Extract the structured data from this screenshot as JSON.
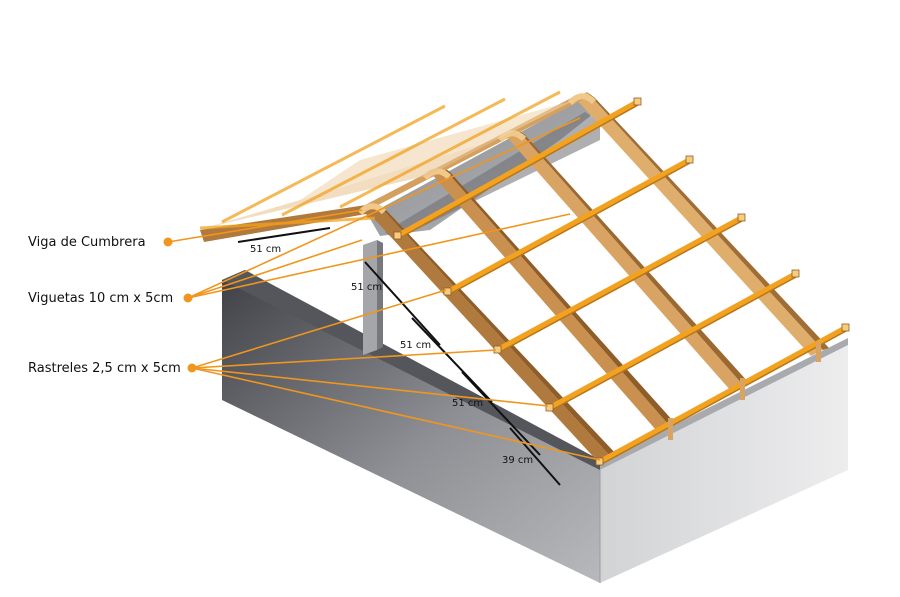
{
  "labels": {
    "ridge_beam": "Viga de Cumbrera",
    "joists": "Viguetas 10 cm x 5cm",
    "battens": "Rastreles 2,5 cm x 5cm"
  },
  "dimensions": {
    "ridge_spacing": "51 cm",
    "post_spacing": "51 cm",
    "batten_spacing_1": "51 cm",
    "batten_spacing_2": "51 cm",
    "batten_spacing_last": "39 cm"
  },
  "colors": {
    "leader": "#f0961e",
    "wood_light": "#e6b87a",
    "wood_dark": "#b07a3e",
    "batten": "#f2a21f",
    "wall_front": "#c4c4c6",
    "wall_side": "#7e7f83",
    "wall_top": "#9c9da1"
  }
}
